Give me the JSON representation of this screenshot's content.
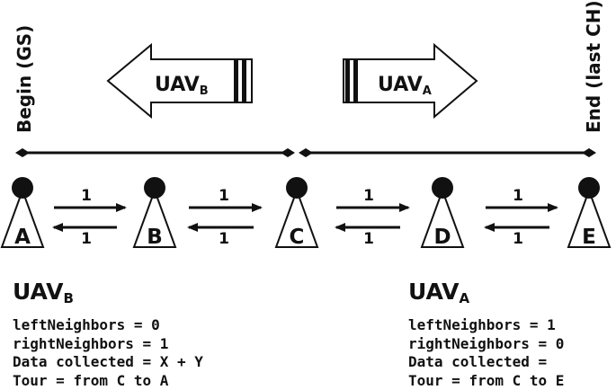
{
  "ends": {
    "begin": "Begin (GS)",
    "end": "End (last CH)"
  },
  "uav_arrows": {
    "left": {
      "name": "UAV",
      "sub": "B"
    },
    "right": {
      "name": "UAV",
      "sub": "A"
    }
  },
  "nodes": [
    "A",
    "B",
    "C",
    "D",
    "E"
  ],
  "links": [
    {
      "forward": "1",
      "backward": "1"
    },
    {
      "forward": "1",
      "backward": "1"
    },
    {
      "forward": "1",
      "backward": "1"
    },
    {
      "forward": "1",
      "backward": "1"
    }
  ],
  "panels": {
    "left": {
      "title": "UAV",
      "sub": "B",
      "lines": [
        {
          "label": "leftNeighbors",
          "value": "0"
        },
        {
          "label": "rightNeighbors",
          "value": "1"
        },
        {
          "label": "Data collected",
          "value": "X + Y"
        },
        {
          "label": "Tour",
          "value": "from C to A"
        }
      ]
    },
    "right": {
      "title": "UAV",
      "sub": "A",
      "lines": [
        {
          "label": "leftNeighbors",
          "value": "1"
        },
        {
          "label": "rightNeighbors",
          "value": "0"
        },
        {
          "label": "Data collected",
          "value": ""
        },
        {
          "label": "Tour",
          "value": "from C to E"
        }
      ]
    }
  }
}
